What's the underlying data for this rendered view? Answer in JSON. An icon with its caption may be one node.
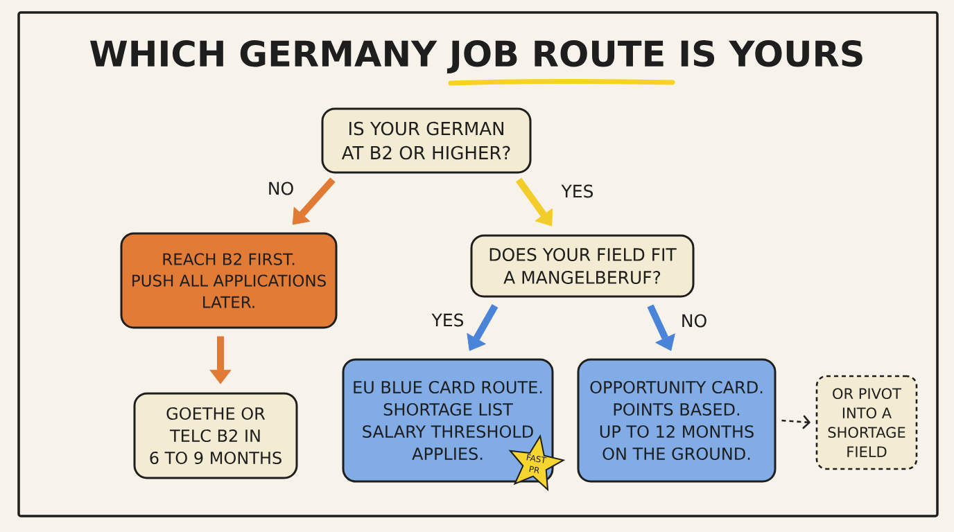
{
  "diagram": {
    "title": "WHICH GERMANY JOB ROUTE IS YOURS",
    "nodes": [
      {
        "text": [
          "IS YOUR GERMAN AT B2 OR HIGHER?"
        ]
      },
      {
        "text": [
          "REACH B2 FIRST. PUSH ALL APPLICATIONS LATER."
        ]
      },
      {
        "text": [
          "DOES YOUR FIELD FIT A MANGELBERUF?"
        ]
      },
      {
        "text": [
          "GOETHE OR TELC B2 IN 6 TO 9 MONTHS"
        ]
      },
      {
        "text": [
          "EU BLUE CARD ROUTE. SHORTAGE LIST SALARY THRESHOLD APPLIES."
        ]
      },
      {
        "text": [
          "FAST PR"
        ]
      },
      {
        "text": [
          "OPPORTUNITY CARD. POINTS BASED. UP TO 12 MONTHS ON THE GROUND."
        ]
      },
      {
        "text": [
          "OR PIVOT INTO A SHORTAGE FIELD"
        ]
      }
    ],
    "edges": [
      {
        "from": 0,
        "to": 1,
        "arrow": "to",
        "label": "NO",
        "color": "#e07a35"
      },
      {
        "from": 0,
        "to": 2,
        "arrow": "to",
        "label": "YES",
        "color": "#f2cd2a"
      },
      {
        "from": 1,
        "to": 3,
        "arrow": "to",
        "color": "#e07a35"
      },
      {
        "from": 2,
        "to": 4,
        "arrow": "to",
        "label": "YES",
        "color": "#4a84d8"
      },
      {
        "from": 2,
        "to": 6,
        "arrow": "to",
        "label": "NO",
        "color": "#4a84d8"
      },
      {
        "from": 6,
        "to": 7,
        "arrow": "to",
        "style": "dashed",
        "color": "#222222"
      }
    ]
  }
}
